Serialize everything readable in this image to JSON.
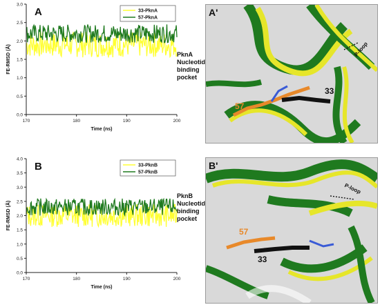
{
  "chart_data": [
    {
      "type": "line",
      "panel_letter": "A",
      "xlabel": "Time (ns)",
      "ylabel": "FE-RMSD (Å)",
      "xlim": [
        170,
        200
      ],
      "ylim": [
        0,
        3.0
      ],
      "x_ticks": [
        "170",
        "180",
        "190",
        "200"
      ],
      "y_ticks": [
        "0.0",
        "0.5",
        "1.0",
        "1.5",
        "2.0",
        "2.5",
        "3.0"
      ],
      "legend_position": "top-right",
      "series": [
        {
          "name": "33-PknA",
          "color": "#ffff33",
          "mean": 1.9,
          "spread": 0.35
        },
        {
          "name": "57-PknA",
          "color": "#1f7a1f",
          "mean": 2.2,
          "spread": 0.25
        }
      ]
    },
    {
      "type": "line",
      "panel_letter": "B",
      "xlabel": "Time (ns)",
      "ylabel": "FE-RMSD (Å)",
      "xlim": [
        170,
        200
      ],
      "ylim": [
        0,
        4.0
      ],
      "x_ticks": [
        "170",
        "180",
        "190",
        "200"
      ],
      "y_ticks": [
        "0.0",
        "0.5",
        "1.0",
        "1.5",
        "2.0",
        "2.5",
        "3.0",
        "3.5",
        "4.0"
      ],
      "legend_position": "top-right",
      "series": [
        {
          "name": "33-PknB",
          "color": "#ffff33",
          "mean": 2.0,
          "spread": 0.4
        },
        {
          "name": "57-PknB",
          "color": "#1f7a1f",
          "mean": 2.3,
          "spread": 0.3
        }
      ]
    }
  ],
  "panels": {
    "a_prime": {
      "letter": "A'",
      "side_label": [
        "PknA",
        "Nucleotide",
        "binding",
        "pocket"
      ],
      "ploop": "P-loop",
      "lig57": "57",
      "lig33": "33"
    },
    "b_prime": {
      "letter": "B'",
      "side_label": [
        "PknB",
        "Nucleotide",
        "binding",
        "pocket"
      ],
      "ploop": "P-loop",
      "lig57": "57",
      "lig33": "33"
    }
  },
  "colors": {
    "yellow": "#ffff33",
    "green": "#1f7a1f",
    "orange": "#e8892a",
    "frame_bg": "#d9d9d9"
  }
}
